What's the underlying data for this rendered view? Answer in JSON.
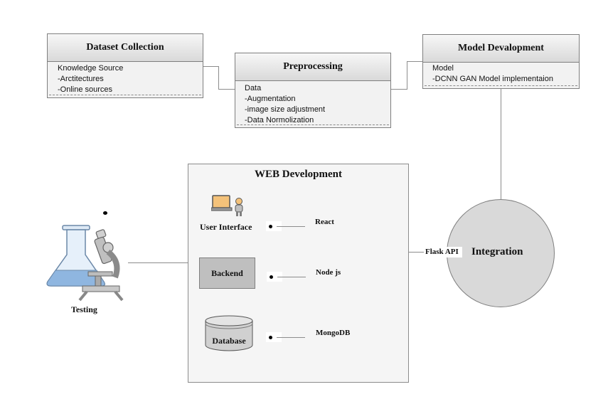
{
  "dataset": {
    "title": "Dataset Collection",
    "lines": [
      "Knowledge Source",
      "-Arctitectures",
      "-Online sources"
    ]
  },
  "preprocessing": {
    "title": "Preprocessing",
    "lines": [
      "Data",
      "-Augmentation",
      "-image size adjustment",
      "-Data Normolization"
    ]
  },
  "model": {
    "title": "Model Devalopment",
    "lines": [
      "Model",
      "-DCNN GAN Model implementaion"
    ]
  },
  "web": {
    "title": "WEB Development",
    "user_interface": "User Interface",
    "backend": "Backend",
    "database": "Database",
    "react": "React",
    "node": "Node js",
    "mongodb": "MongoDB"
  },
  "integration": {
    "label": "Integration",
    "api_label": "Flask API"
  },
  "testing": {
    "label": "Testing"
  },
  "colors": {
    "box_fill": "#f2f2f2",
    "border": "#7f7f7f",
    "circle_fill": "#d9d9d9",
    "flask_blue": "#9dc3e6"
  }
}
